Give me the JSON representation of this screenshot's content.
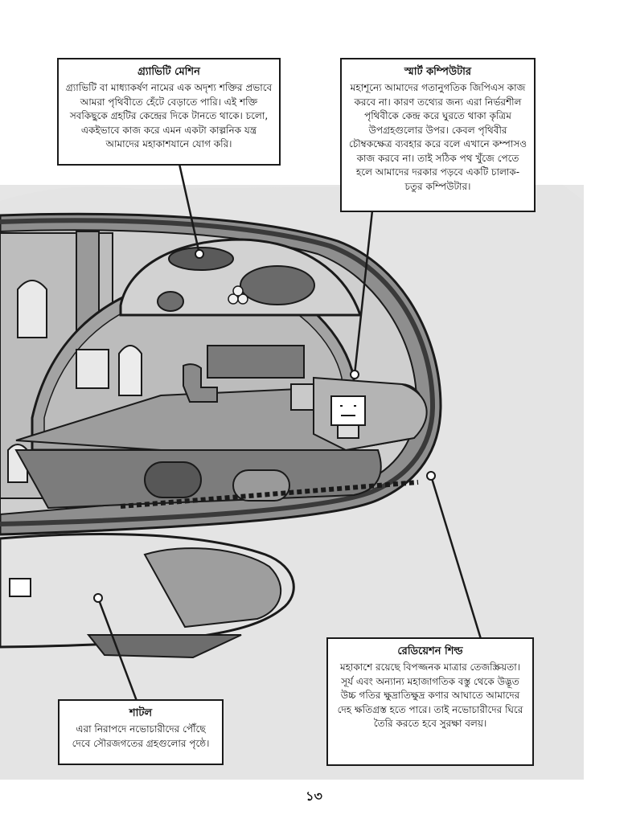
{
  "callouts": {
    "gravity_machine": {
      "title": "গ্র্যাভিটি মেশিন",
      "body": "গ্র্যাভিটি বা মাধ্যাকর্ষণ নামের এক অদৃশ্য শক্তির প্রভাবে আমরা পৃথিবীতে হেঁটে বেড়াতে পারি। এই শক্তি সবকিছুকে গ্রহটির কেন্দ্রের দিকে টানতে থাকে। চলো, একইভাবে কাজ করে এমন একটা কাল্পনিক যন্ত্র আমাদের মহাকাশযানে যোগ করি।"
    },
    "smart_computer": {
      "title": "স্মার্ট কম্পিউটার",
      "body": "মহাশূন্যে আমাদের গতানুগতিক জিপিএস কাজ করবে না। কারণ তথ্যের জন্য এরা নির্ভরশীল পৃথিবীকে কেন্দ্র করে ঘুরতে থাকা কৃত্রিম উপগ্রহগুলোর উপর। কেবল পৃথিবীর চৌম্বকক্ষেত্র ব্যবহার করে বলে এখানে কম্পাসও কাজ করবে না। তাই সঠিক পথ খুঁজে পেতে হলে আমাদের দরকার পড়বে একটি চালাক-চতুর কম্পিউটার।"
    },
    "radiation_shield": {
      "title": "রেডিয়েশন শিল্ড",
      "body": "মহাকাশে রয়েছে বিপজ্জনক মাত্রার তেজস্ক্রিয়তা। সূর্য এবং অন্যান্য মহাজাগতিক বস্তু থেকে উদ্ভূত উচ্চ গতির ক্ষুদ্রাতিক্ষুদ্র কণার আঘাতে আমাদের দেহ ক্ষতিগ্রস্ত হতে পারে। তাই নভোচারীদের ঘিরে তৈরি করতে হবে সুরক্ষা বলয়।"
    },
    "shuttle": {
      "title": "শাটল",
      "body": "এরা নিরাপদে নভোচারীদের পৌঁছে দেবে সৌরজগতের গ্রহগুলোর পৃষ্ঠে।"
    }
  },
  "page_number": "১৩",
  "colors": {
    "background_gray": "#e6e6e6",
    "hull_light": "#d9d9d9",
    "hull_mid": "#a8a8a8",
    "hull_dark": "#555555",
    "ink": "#1a1a1a"
  }
}
